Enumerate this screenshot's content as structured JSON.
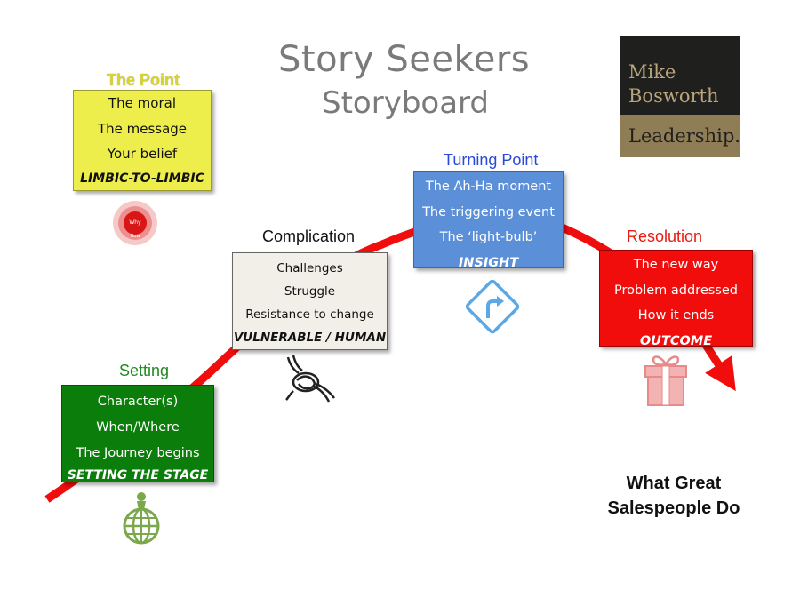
{
  "title": {
    "line1": "Story Seekers",
    "line2": "Storyboard"
  },
  "logo": {
    "line1": "Mike",
    "line2": "Bosworth",
    "line3": "Leadership.",
    "top_color": "#1f1f1d",
    "bottom_color": "#8f7d55"
  },
  "point": {
    "heading": "The Point",
    "items": [
      "The moral",
      "The message",
      "Your belief"
    ],
    "emphasis": "LIMBIC-TO-LIMBIC",
    "icon_label_top": "Why",
    "icon_label_bottom": "How",
    "color": "#eded4c"
  },
  "setting": {
    "heading": "Setting",
    "items": [
      "Character(s)",
      "When/Where",
      "The Journey begins"
    ],
    "emphasis": "SETTING THE STAGE",
    "color": "#0a7d0a"
  },
  "complication": {
    "heading": "Complication",
    "items": [
      "Challenges",
      "Struggle",
      "Resistance to change"
    ],
    "emphasis": "VULNERABLE / HUMAN",
    "color": "#f1efe7"
  },
  "turning": {
    "heading": "Turning Point",
    "items": [
      "The Ah-Ha moment",
      "The triggering event",
      "The ‘light-bulb’"
    ],
    "emphasis": "INSIGHT",
    "color": "#5b8fd8"
  },
  "resolution": {
    "heading": "Resolution",
    "items": [
      "The new way",
      "Problem addressed",
      "How it ends"
    ],
    "emphasis": "OUTCOME",
    "color": "#f20d0d"
  },
  "tagline": {
    "line1": "What Great",
    "line2": "Salespeople Do"
  },
  "icons": {
    "setting": "globe-person-icon",
    "point": "why-how-target-icon",
    "complication": "knot-icon",
    "turning": "turn-right-sign-icon",
    "resolution": "gift-box-icon"
  },
  "arc_color": "#f20d0d"
}
